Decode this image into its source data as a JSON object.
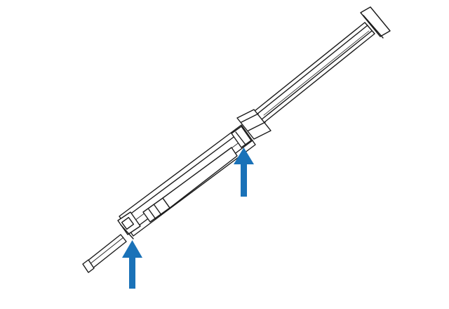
{
  "diagram": {
    "subject": "syringe-line-drawing",
    "stroke_color": "#1a1a1a",
    "background_color": "#ffffff",
    "arrow_color": "#1a72b8",
    "arrows": [
      {
        "name": "arrow-plunger-seal",
        "points_to": "plunger-stopper"
      },
      {
        "name": "arrow-barrel-tip",
        "points_to": "barrel-tip-connector"
      }
    ]
  }
}
